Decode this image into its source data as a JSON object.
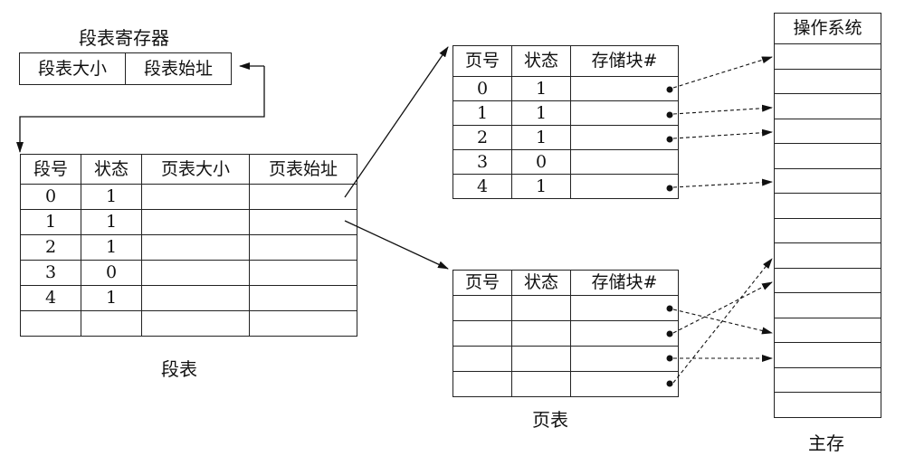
{
  "segment_register": {
    "title": "段表寄存器",
    "cells": [
      "段表大小",
      "段表始址"
    ]
  },
  "segment_table": {
    "caption": "段表",
    "headers": [
      "段号",
      "状态",
      "页表大小",
      "页表始址"
    ],
    "rows": [
      [
        "0",
        "1",
        "",
        ""
      ],
      [
        "1",
        "1",
        "",
        ""
      ],
      [
        "2",
        "1",
        "",
        ""
      ],
      [
        "3",
        "0",
        "",
        ""
      ],
      [
        "4",
        "1",
        "",
        ""
      ],
      [
        "",
        "",
        "",
        ""
      ]
    ]
  },
  "page_table_1": {
    "headers": [
      "页号",
      "状态",
      "存储块#"
    ],
    "rows": [
      [
        "0",
        "1",
        ""
      ],
      [
        "1",
        "1",
        ""
      ],
      [
        "2",
        "1",
        ""
      ],
      [
        "3",
        "0",
        ""
      ],
      [
        "4",
        "1",
        ""
      ]
    ]
  },
  "page_table_2": {
    "caption": "页表",
    "headers": [
      "页号",
      "状态",
      "存储块#"
    ],
    "rows": [
      [
        "",
        "",
        ""
      ],
      [
        "",
        "",
        ""
      ],
      [
        "",
        "",
        ""
      ],
      [
        "",
        "",
        ""
      ]
    ]
  },
  "main_memory": {
    "header": "操作系统",
    "caption": "主存"
  }
}
